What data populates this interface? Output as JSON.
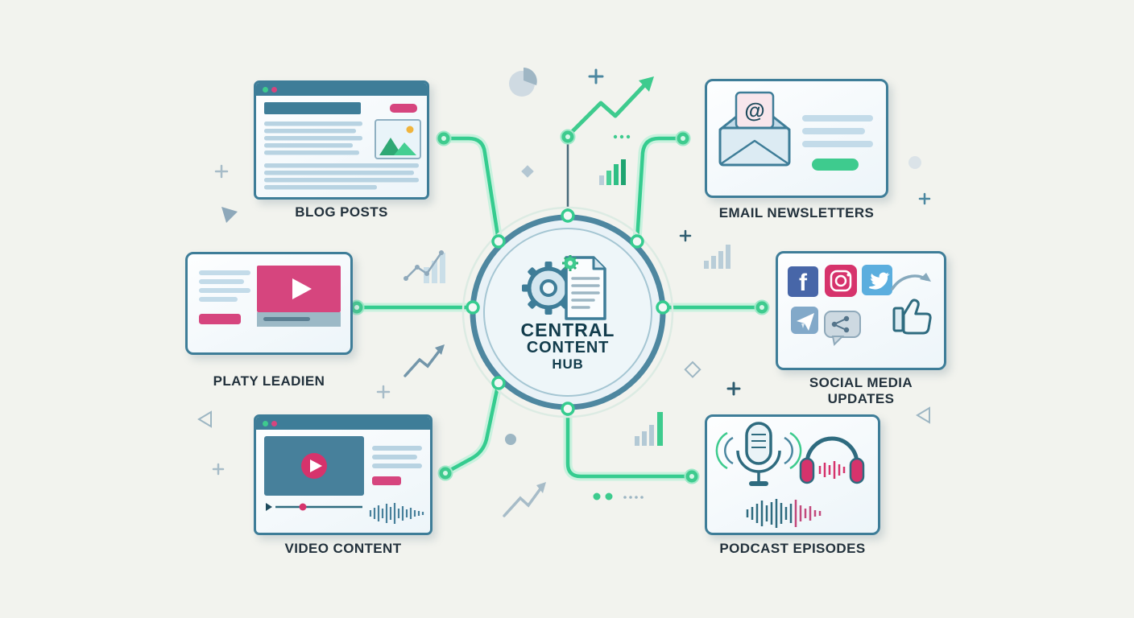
{
  "diagram": {
    "hub": {
      "lines": [
        "CENTRAL",
        "CONTENT",
        "HUB"
      ]
    },
    "cards": {
      "blog": {
        "label": "BLOG POSTS"
      },
      "email": {
        "label": "EMAIL NEWSLETTERS"
      },
      "platform": {
        "label": "PLATY LEADIEN"
      },
      "social": {
        "label": "SOCIAL MEDIA UPDATES"
      },
      "video": {
        "label": "VIDEO CONTENT"
      },
      "podcast": {
        "label": "PODCAST EPISODES"
      }
    },
    "glyphs": {
      "email_at": "@",
      "facebook_f": "f"
    },
    "colors": {
      "background": "#f2f3ee",
      "teal_outline": "#3e7d98",
      "dark_teal": "#1d4a5c",
      "green_accent": "#3ecb8e",
      "pink_accent": "#d6336c",
      "light_blue": "#c3dbe9"
    }
  }
}
